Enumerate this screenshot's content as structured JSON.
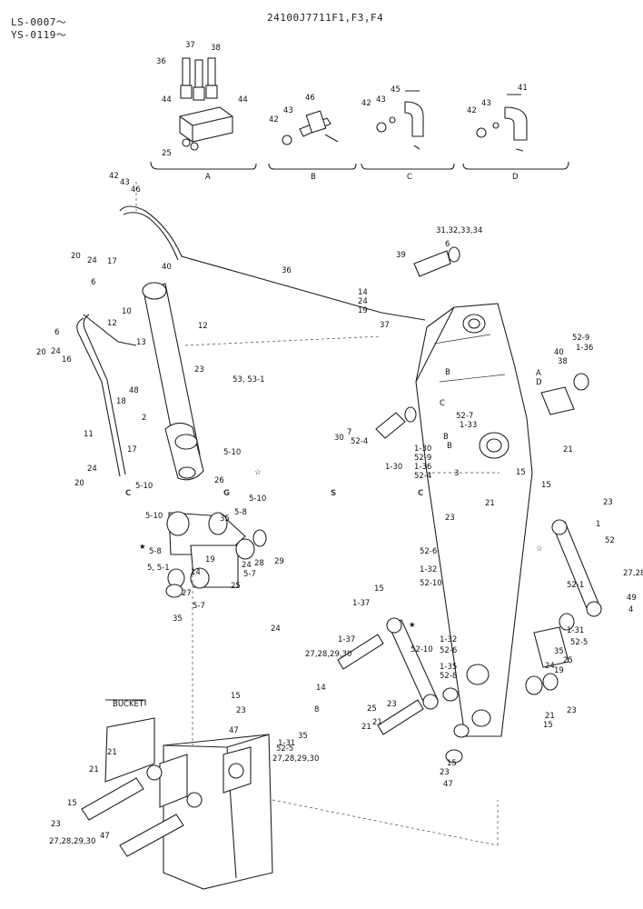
{
  "header": {
    "serial_line_1": "LS-0007～",
    "serial_line_2": "YS-0119～",
    "part_code": "24100J7711F1,F3,F4"
  },
  "detail_views": [
    "A",
    "B",
    "C",
    "D"
  ],
  "section_label": "BUCKET",
  "watermark": {
    "letters": [
      "C",
      "G",
      "S",
      "C"
    ],
    "colors": [
      "#4a8fe0",
      "#ee5050",
      "#f2c230",
      "#1f9d5c"
    ]
  },
  "callouts": [
    "37",
    "38",
    "36",
    "44",
    "44",
    "25",
    "46",
    "43",
    "42",
    "45",
    "43",
    "42",
    "41",
    "43",
    "42",
    "42",
    "43",
    "46",
    "40",
    "20",
    "24",
    "17",
    "6",
    "10",
    "12",
    "12",
    "20",
    "6",
    "24",
    "16",
    "13",
    "23",
    "18",
    "48",
    "11",
    "53, 53-1",
    "36",
    "31,32,33,34",
    "6",
    "39",
    "14",
    "24",
    "19",
    "37",
    "B",
    "C",
    "2",
    "17",
    "5-10",
    "26",
    "5-10",
    "5-8",
    "5-10",
    "20",
    "24",
    "5-10",
    "5-8",
    "5, 5-1",
    "25",
    "5-7",
    "35",
    "5-7",
    "35",
    "24",
    "19",
    "14",
    "27",
    "28",
    "29",
    "30",
    "7",
    "52-4",
    "1-30",
    "52-9",
    "1-36",
    "52-4",
    "1-30",
    "52-7",
    "1-33",
    "52-9",
    "1-36",
    "40",
    "38",
    "A",
    "D",
    "B",
    "B",
    "21",
    "15",
    "23",
    "3",
    "21",
    "15",
    "23",
    "1",
    "52",
    "52-1",
    "27,28,29,30",
    "49",
    "4",
    "52-6",
    "1-32",
    "52-10",
    "1-37",
    "1-37",
    "52-10",
    "1-32",
    "52-6",
    "1-35",
    "52-8",
    "1-31",
    "52-5",
    "35",
    "25",
    "24",
    "19",
    "21",
    "15",
    "23",
    "27,28,29,30",
    "8",
    "14",
    "24",
    "15",
    "25",
    "23",
    "21",
    "1-31",
    "52-5",
    "35",
    "27,28,29,30",
    "21",
    "15",
    "23",
    "47",
    "21",
    "15",
    "23",
    "47",
    "21",
    "15",
    "23",
    "27,28,29,30",
    "47"
  ]
}
